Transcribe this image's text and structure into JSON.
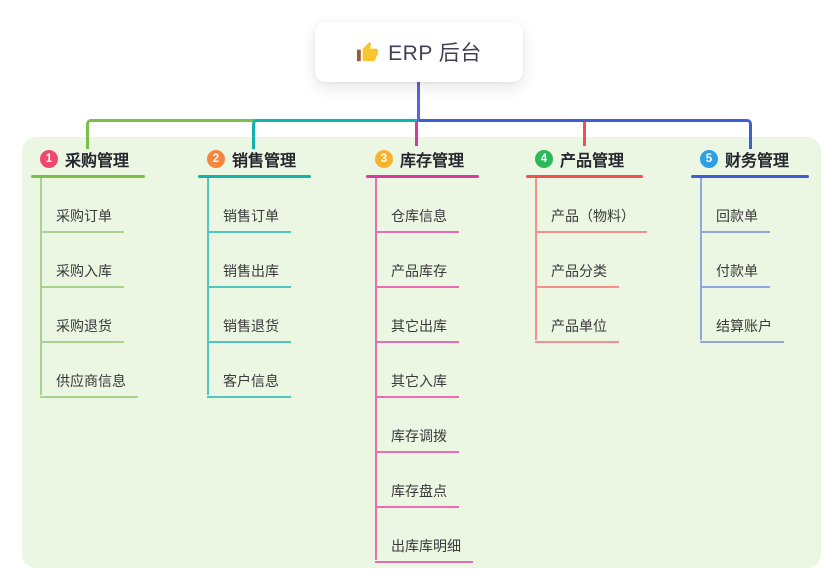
{
  "root": {
    "label": "ERP 后台",
    "icon": "thumbs-up"
  },
  "colors": {
    "page_bg": "#ffffff",
    "panel_bg": "#ebf6e3",
    "trunk": "#5a62e2",
    "root_text": "#3f4254",
    "branch_text": "#26262e",
    "child_text": "#3a3a3a"
  },
  "branches": [
    {
      "index": "1",
      "label": "采购管理",
      "badge_color": "#f0486e",
      "line_color": "#7abf4a",
      "child_line_color": "#a9d28d",
      "children": [
        "采购订单",
        "采购入库",
        "采购退货",
        "供应商信息"
      ]
    },
    {
      "index": "2",
      "label": "销售管理",
      "badge_color": "#f5863f",
      "line_color": "#14b2aa",
      "child_line_color": "#52c5bd",
      "children": [
        "销售订单",
        "销售出库",
        "销售退货",
        "客户信息"
      ]
    },
    {
      "index": "3",
      "label": "库存管理",
      "badge_color": "#f9b32a",
      "line_color": "#d83a9c",
      "child_line_color": "#ea6cb3",
      "children": [
        "仓库信息",
        "产品库存",
        "其它出库",
        "其它入库",
        "库存调拨",
        "库存盘点",
        "出库库明细"
      ]
    },
    {
      "index": "4",
      "label": "产品管理",
      "badge_color": "#2eb85c",
      "line_color": "#f0504e",
      "child_line_color": "#f58e8d",
      "children": [
        "产品（物料）",
        "产品分类",
        "产品单位"
      ]
    },
    {
      "index": "5",
      "label": "财务管理",
      "badge_color": "#2aa0e5",
      "line_color": "#3c5fd3",
      "child_line_color": "#93a6e2",
      "children": [
        "回款单",
        "付款单",
        "结算账户"
      ]
    }
  ]
}
